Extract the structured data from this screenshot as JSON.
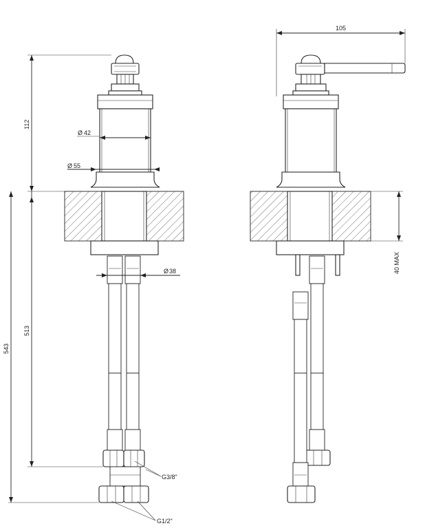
{
  "labels": {
    "dim_112": "112",
    "dim_42": "42",
    "dim_55": "55",
    "dim_38": "38",
    "dim_513": "513",
    "dim_543": "543",
    "dim_105": "105",
    "dim_40max": "40 MAX",
    "thread_small": "G3/8\"",
    "thread_large": "G1/2\"",
    "diameter_symbol": "Ø"
  },
  "colors": {
    "line": "#222222",
    "background": "#ffffff"
  }
}
